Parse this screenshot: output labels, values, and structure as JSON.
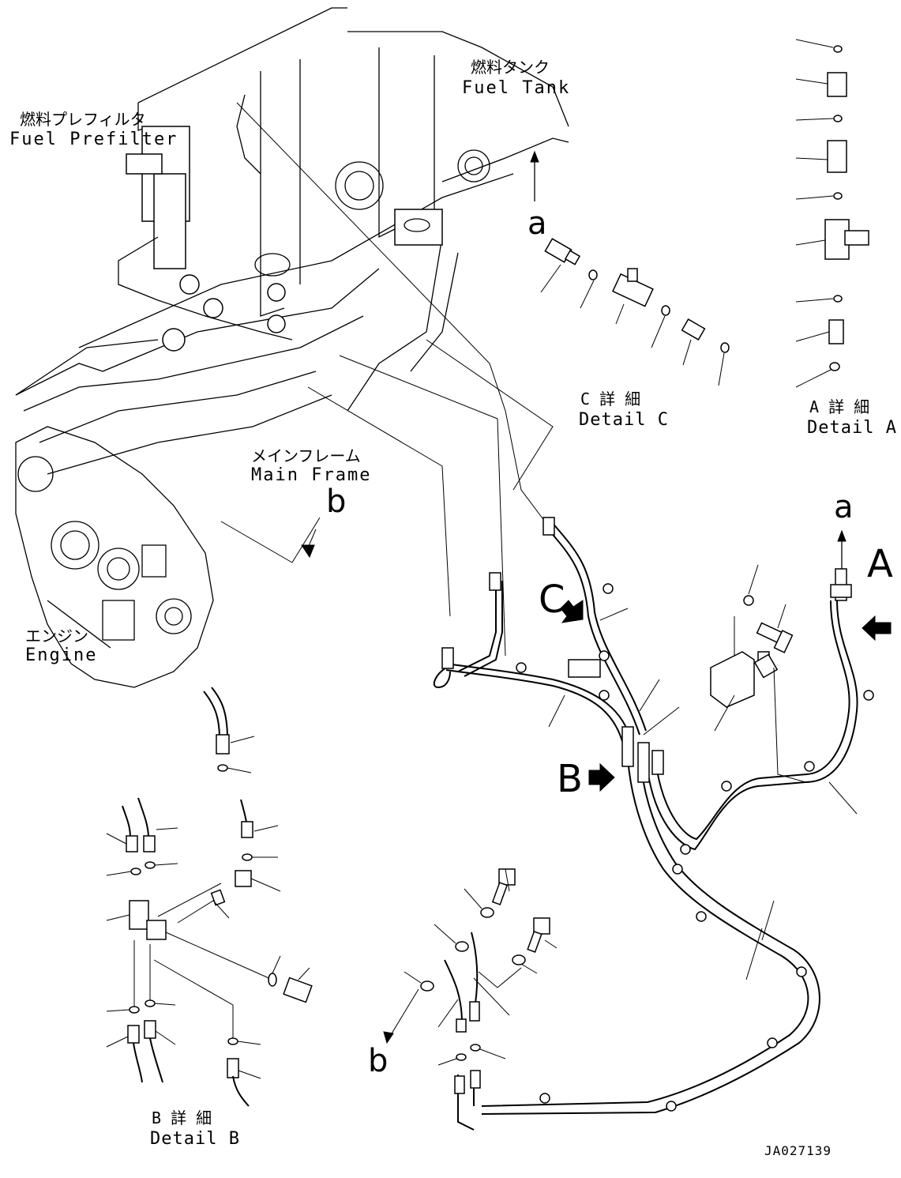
{
  "labels": {
    "fuel_tank_jp": "燃料タンク",
    "fuel_tank_en": "Fuel Tank",
    "prefilter_jp": "燃料プレフィルタ",
    "prefilter_en": "Fuel Prefilter",
    "main_frame_jp": "メインフレーム",
    "main_frame_en": "Main Frame",
    "engine_jp": "エンジン",
    "engine_en": "Engine",
    "detail_c_jp": "C 詳 細",
    "detail_c_en": "Detail C",
    "detail_a_jp": "A 詳 細",
    "detail_a_en": "Detail A",
    "detail_b_jp": "B 詳 細",
    "detail_b_en": "Detail B"
  },
  "callouts": {
    "a_top": "a",
    "a_right": "a",
    "b_frame": "b",
    "b_bottom": "b",
    "view_a": "A",
    "view_b": "B",
    "view_c": "C"
  },
  "drawing_number": "JA027139"
}
